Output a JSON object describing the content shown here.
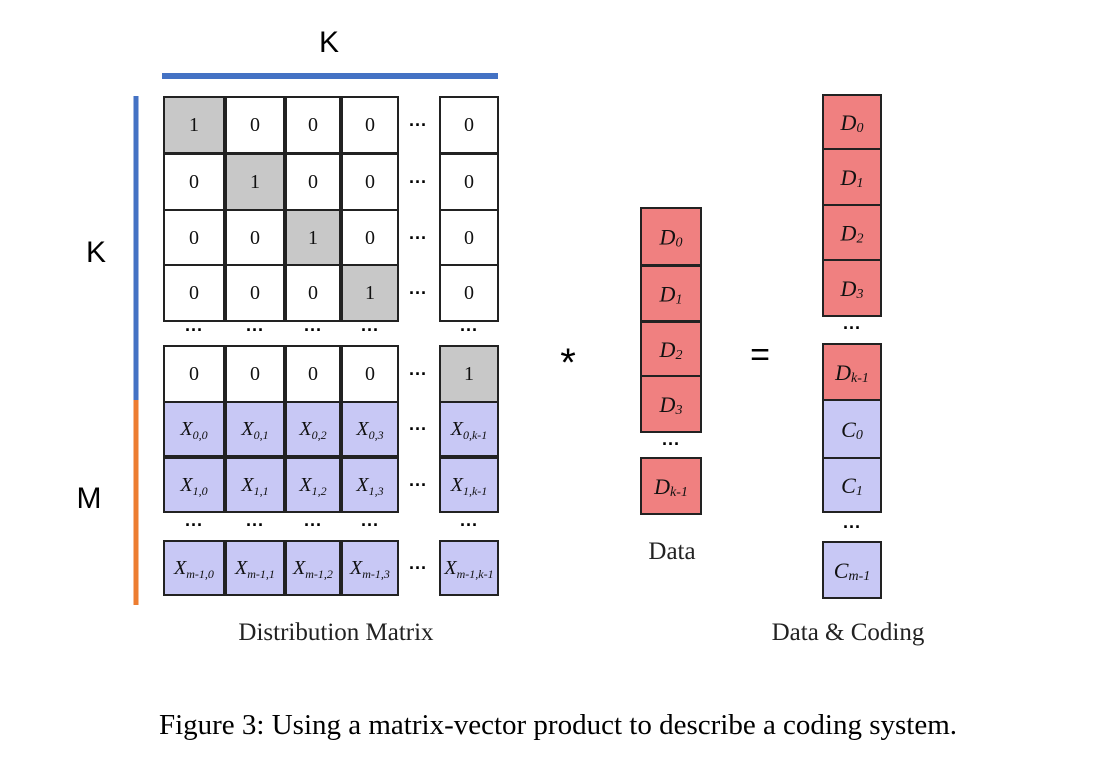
{
  "labels": {
    "k_top": "K",
    "k_side": "K",
    "m_side": "M",
    "multiply": "*",
    "equals": "=",
    "matrix_caption": "Distribution Matrix",
    "data_caption": "Data",
    "coding_caption": "Data & Coding",
    "figure_caption": "Figure 3: Using a matrix-vector product to describe a coding system."
  },
  "matrix": {
    "identity_rows": [
      [
        "1",
        "0",
        "0",
        "0",
        "0"
      ],
      [
        "0",
        "1",
        "0",
        "0",
        "0"
      ],
      [
        "0",
        "0",
        "1",
        "0",
        "0"
      ],
      [
        "0",
        "0",
        "0",
        "1",
        "0"
      ],
      [
        "0",
        "0",
        "0",
        "0",
        "1"
      ]
    ],
    "identity_highlight": [
      [
        0,
        0
      ],
      [
        1,
        1
      ],
      [
        2,
        2
      ],
      [
        3,
        3
      ],
      [
        4,
        4
      ]
    ],
    "coding_rows": [
      [
        [
          "X",
          "0,0"
        ],
        [
          "X",
          "0,1"
        ],
        [
          "X",
          "0,2"
        ],
        [
          "X",
          "0,3"
        ],
        [
          "X",
          "0,k-1"
        ]
      ],
      [
        [
          "X",
          "1,0"
        ],
        [
          "X",
          "1,1"
        ],
        [
          "X",
          "1,2"
        ],
        [
          "X",
          "1,3"
        ],
        [
          "X",
          "1,k-1"
        ]
      ],
      [
        [
          "X",
          "m-1,0"
        ],
        [
          "X",
          "m-1,1"
        ],
        [
          "X",
          "m-1,2"
        ],
        [
          "X",
          "m-1,3"
        ],
        [
          "X",
          "m-1,k-1"
        ]
      ]
    ]
  },
  "data_vector": [
    [
      "D",
      "0"
    ],
    [
      "D",
      "1"
    ],
    [
      "D",
      "2"
    ],
    [
      "D",
      "3"
    ],
    [
      "D",
      "k-1"
    ]
  ],
  "result_vector": {
    "data": [
      [
        "D",
        "0"
      ],
      [
        "D",
        "1"
      ],
      [
        "D",
        "2"
      ],
      [
        "D",
        "3"
      ],
      [
        "D",
        "k-1"
      ]
    ],
    "coding": [
      [
        "C",
        "0"
      ],
      [
        "C",
        "1"
      ],
      [
        "C",
        "m-1"
      ]
    ]
  },
  "ellipsis": "···",
  "colors": {
    "k_bar": "#4472c4",
    "m_bar": "#ed7d31",
    "cell_white": "#ffffff",
    "cell_gray": "#c8c8c8",
    "cell_purple": "#c8c8f5",
    "cell_red": "#f08080",
    "border": "#222222"
  }
}
